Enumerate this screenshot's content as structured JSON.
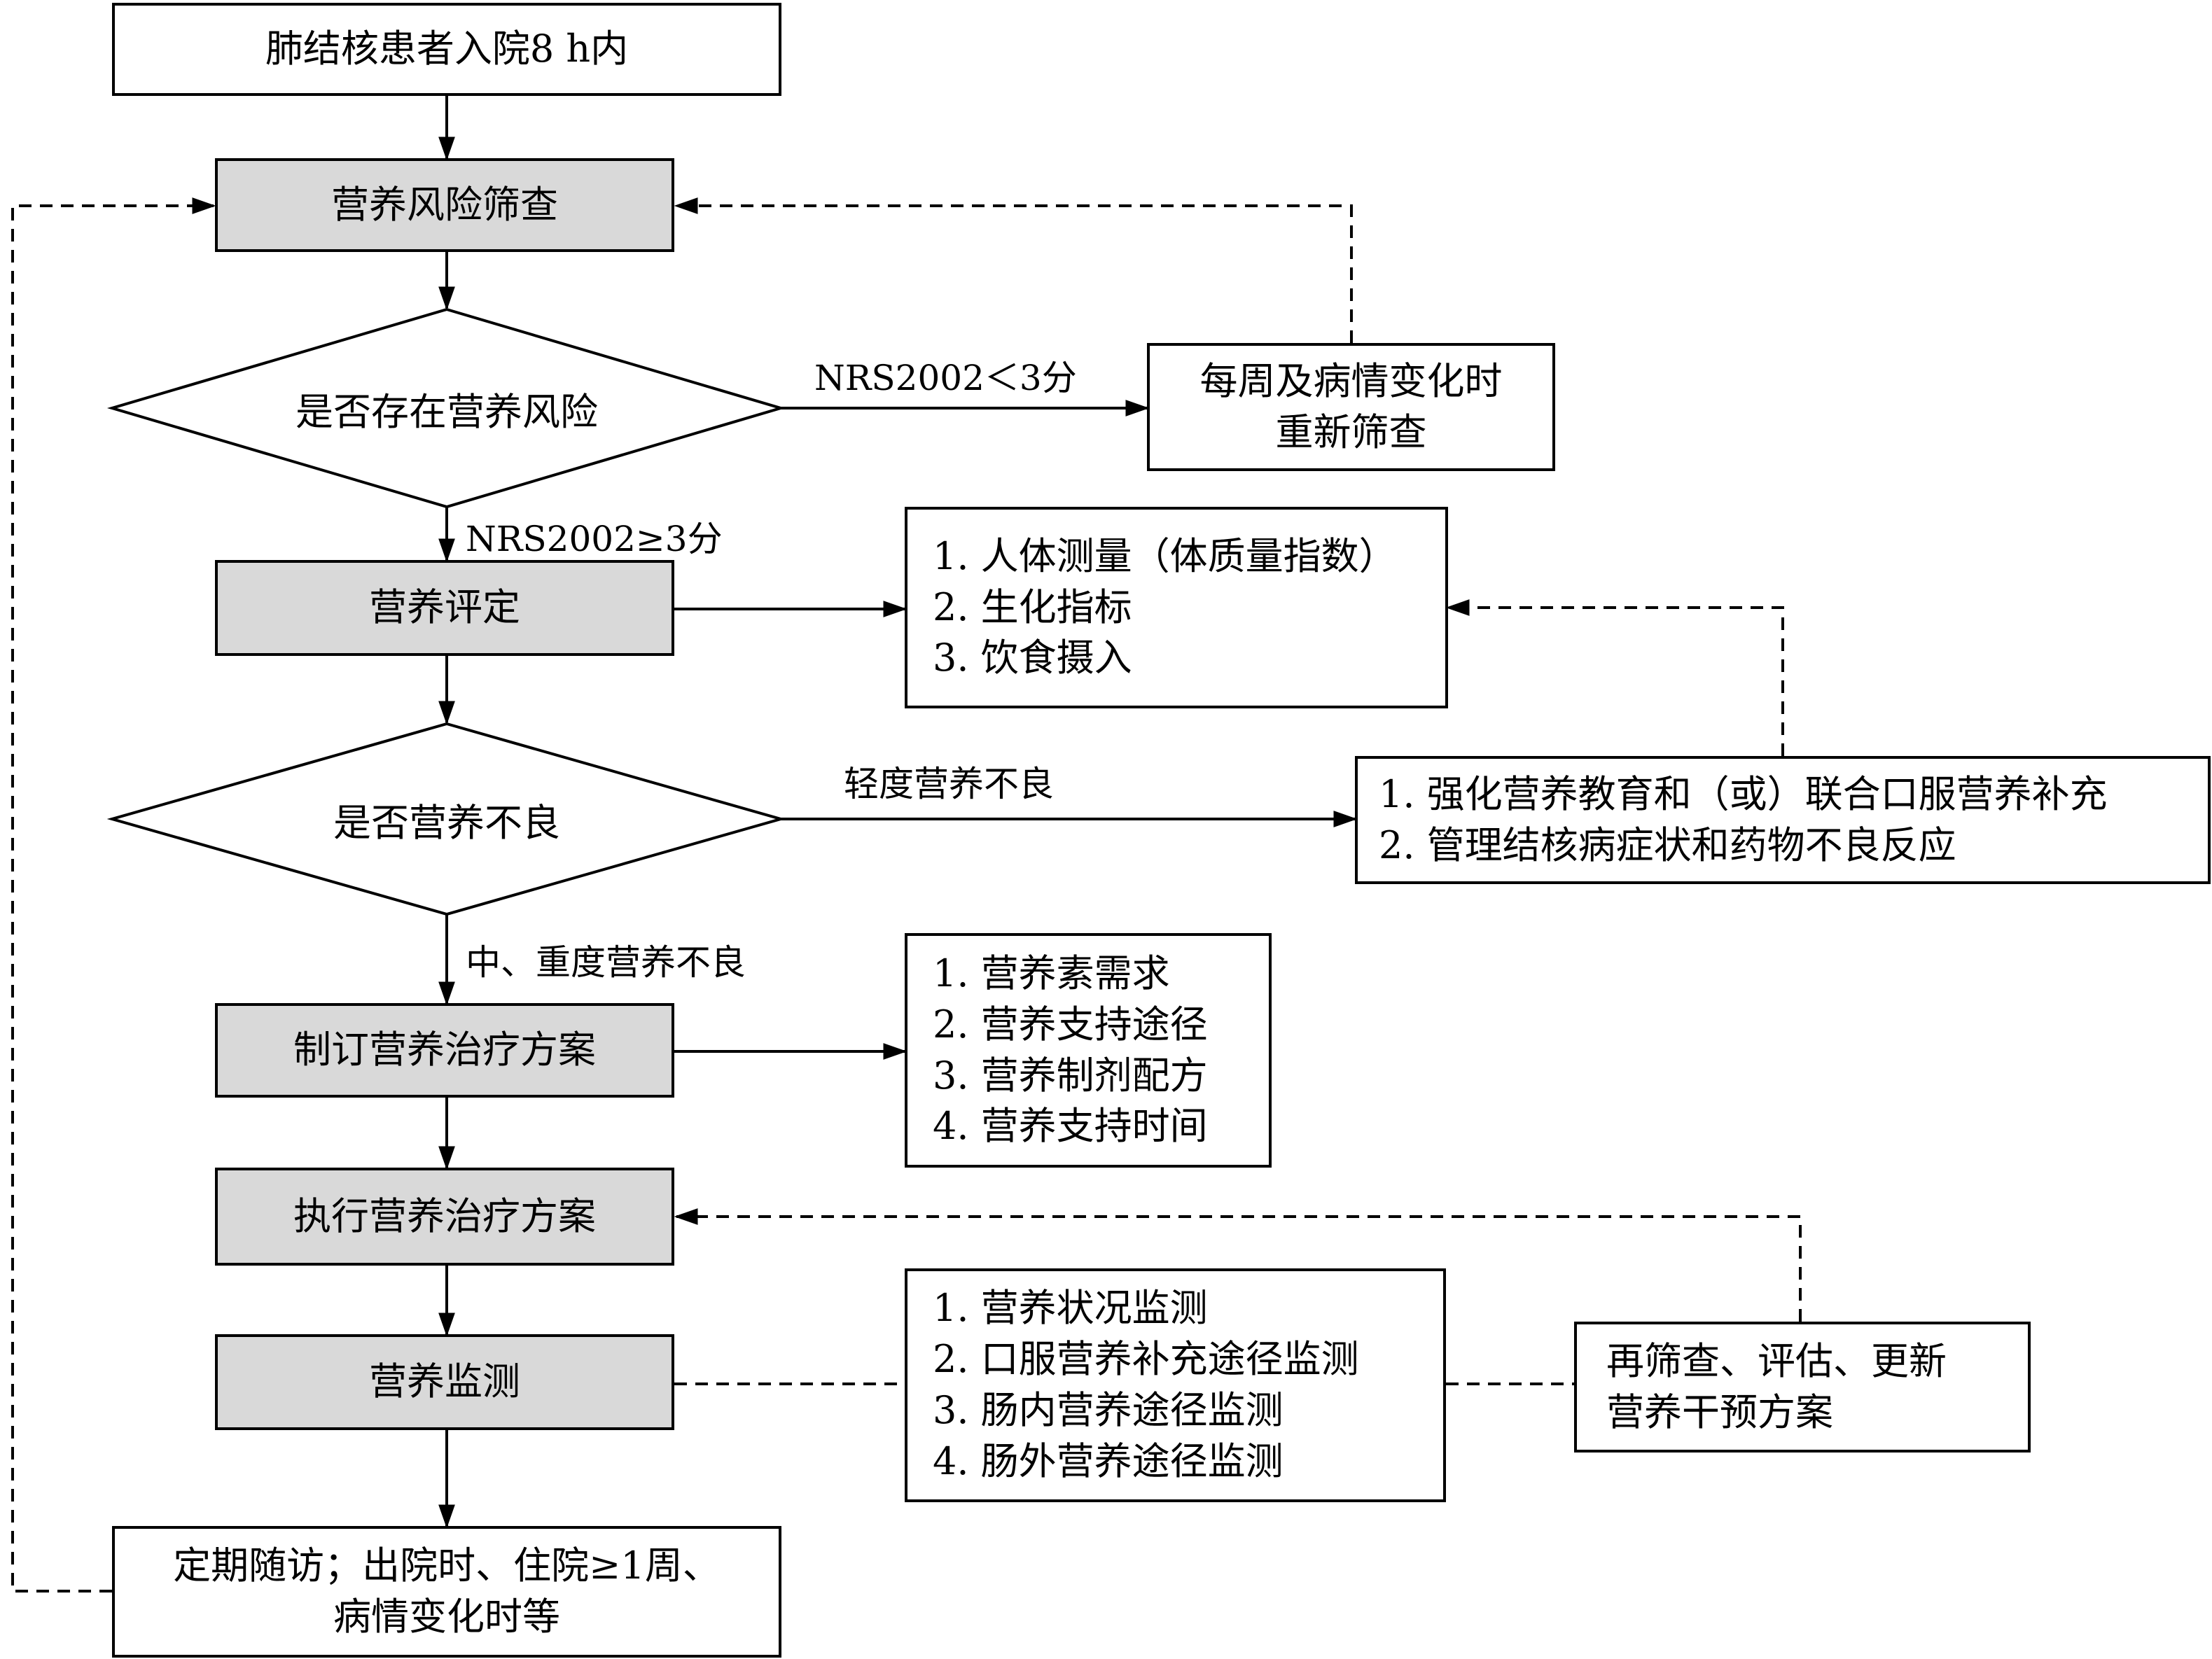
{
  "nodes": {
    "start": "肺结核患者入院8 h内",
    "screening": "营养风险筛查",
    "risk_question": "是否存在营养风险",
    "rescreen": [
      "每周及病情变化时",
      "重新筛查"
    ],
    "assessment": "营养评定",
    "assessment_items": [
      "1. 人体测量（体质量指数）",
      "2. 生化指标",
      "3. 饮食摄入"
    ],
    "malnutrition_question": "是否营养不良",
    "mild_actions": [
      "1. 强化营养教育和（或）联合口服营养补充",
      "2. 管理结核病症状和药物不良反应"
    ],
    "make_plan": "制订营养治疗方案",
    "plan_items": [
      "1. 营养素需求",
      "2. 营养支持途径",
      "3. 营养制剂配方",
      "4. 营养支持时间"
    ],
    "execute_plan": "执行营养治疗方案",
    "monitoring": "营养监测",
    "monitoring_items": [
      "1. 营养状况监测",
      "2. 口服营养补充途径监测",
      "3. 肠内营养途径监测",
      "4. 肠外营养途径监测"
    ],
    "rescreen_update": [
      "再筛查、评估、更新",
      "营养干预方案"
    ],
    "followup": [
      "定期随访；出院时、住院≥1周、",
      "病情变化时等"
    ]
  },
  "edge_labels": {
    "nrs_low": "NRS2002＜3分",
    "nrs_high": "NRS2002≥3分",
    "mild": "轻度营养不良",
    "moderate_severe": "中、重度营养不良"
  },
  "colors": {
    "process_fill": "#d9d9d9",
    "line": "#000000",
    "background": "#ffffff"
  }
}
